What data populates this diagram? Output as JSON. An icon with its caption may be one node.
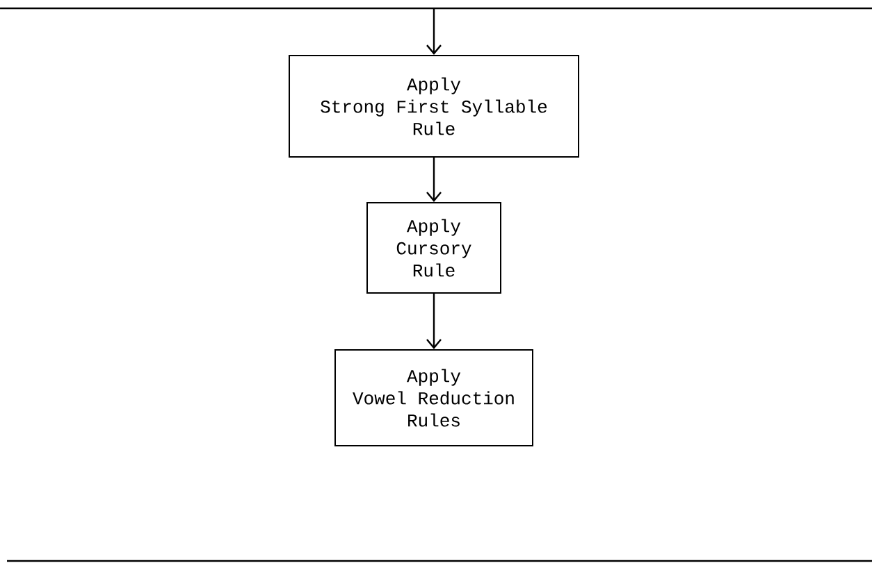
{
  "diagram": {
    "nodes": [
      {
        "text": [
          "Apply Strong First Syllable Rule"
        ]
      },
      {
        "text": [
          "Apply Cursory Rule"
        ]
      },
      {
        "text": [
          "Apply Vowel Reduction Rules"
        ]
      }
    ],
    "edges": [
      {
        "from": null,
        "to": 0,
        "arrow": "to"
      },
      {
        "from": 0,
        "to": 1,
        "arrow": "to"
      },
      {
        "from": 1,
        "to": 2,
        "arrow": "to"
      }
    ]
  }
}
